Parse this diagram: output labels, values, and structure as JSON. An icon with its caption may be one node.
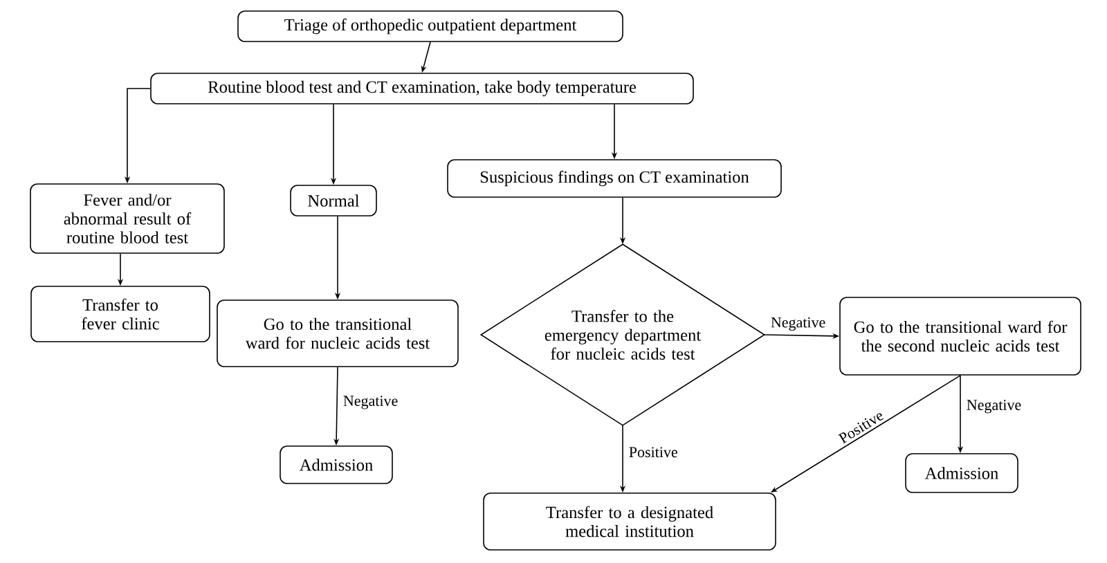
{
  "diagram": {
    "nodes": [
      {
        "text": [
          "Triage of orthopedic outpatient department"
        ]
      },
      {
        "text": [
          "Routine blood test and CT examination, take body temperature"
        ]
      },
      {
        "text": [
          "Fever and/or abnormal result of routine blood test"
        ]
      },
      {
        "text": [
          "Normal"
        ]
      },
      {
        "text": [
          "Suspicious findings on CT examination"
        ]
      },
      {
        "text": [
          "Transfer to fever clinic"
        ]
      },
      {
        "text": [
          "Go to the transitional ward for nucleic acids test"
        ]
      },
      {
        "text": [
          "Admission"
        ]
      },
      {
        "text": [
          "Transfer to the emergency department for nucleic acids test"
        ]
      },
      {
        "text": [
          "Go to the transitional ward for the second nucleic acids test"
        ]
      },
      {
        "text": [
          "Transfer to a designated medical institution"
        ]
      },
      {
        "text": [
          "Admission"
        ]
      }
    ],
    "edges": [
      {
        "from": 0,
        "to": 1,
        "arrow": "to"
      },
      {
        "from": 1,
        "to": 2,
        "arrow": "to"
      },
      {
        "from": 1,
        "to": 3,
        "arrow": "to"
      },
      {
        "from": 1,
        "to": 4,
        "arrow": "to"
      },
      {
        "from": 2,
        "to": 5,
        "arrow": "to"
      },
      {
        "from": 3,
        "to": 6,
        "arrow": "to"
      },
      {
        "from": 6,
        "to": 7,
        "arrow": "to",
        "label": "Negative"
      },
      {
        "from": 4,
        "to": 8,
        "arrow": "to"
      },
      {
        "from": 8,
        "to": 9,
        "arrow": "to",
        "label": "Negative"
      },
      {
        "from": 8,
        "to": 10,
        "arrow": "to",
        "label": "Positive"
      },
      {
        "from": 9,
        "to": 10,
        "arrow": "to",
        "label": "Positive"
      },
      {
        "from": 9,
        "to": 11,
        "arrow": "to",
        "label": "Negative"
      }
    ]
  }
}
